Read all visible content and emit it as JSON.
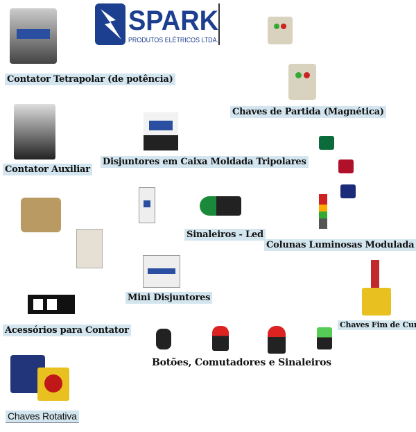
{
  "logo": {
    "brand": "SPARK",
    "tagline": "PRODUTOS ELÉTRICOS LTDA.",
    "color": "#1d3f8f"
  },
  "products": {
    "contator_tetrapolar": "Contator Tetrapolar (de potência)",
    "chaves_partida": "Chaves de Partida (Magnética)",
    "contator_auxiliar": "Contator Auxiliar",
    "disjuntores_caixa": "Disjuntores em Caixa Moldada Tripolares",
    "sinaleiros_led": "Sinaleiros - Led",
    "colunas_luminosas": "Colunas Luminosas Modulada",
    "mini_disjuntores": "Mini Disjuntores",
    "acessorios_contator": "Acessórios para Contator",
    "chaves_fim_curso": "Chaves Fim de Curso",
    "botoes": "Botões, Comutadores e Sinaleiros",
    "chaves_rotativa": "Chaves Rotativa"
  }
}
